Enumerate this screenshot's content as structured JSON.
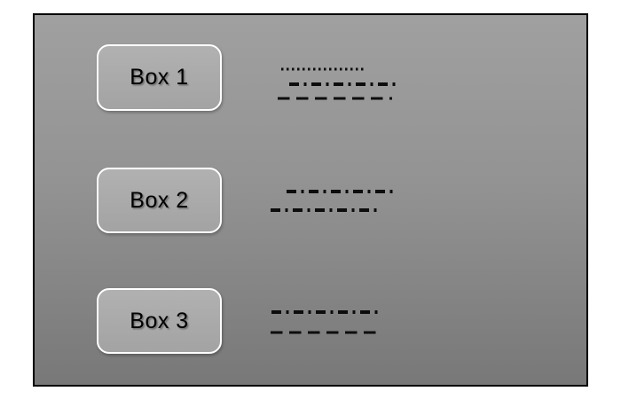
{
  "figure": {
    "page_background": "#ffffff",
    "canvas": {
      "border_color": "#000000",
      "gradient_top": "#a0a0a0",
      "gradient_bottom": "#787878"
    },
    "box_style": {
      "fill_top": "#b1b1b1",
      "fill_bottom": "#a3a3a3",
      "border_color": "#ffffff",
      "text_color": "#000000"
    },
    "line_color": "#0d0d0d",
    "boxes": [
      {
        "label": "Box 1",
        "lines": [
          {
            "style": "dotted"
          },
          {
            "style": "dash-dot"
          },
          {
            "style": "dashed"
          }
        ]
      },
      {
        "label": "Box 2",
        "lines": [
          {
            "style": "dash-dot"
          },
          {
            "style": "dash-dot"
          }
        ]
      },
      {
        "label": "Box 3",
        "lines": [
          {
            "style": "dash-dot"
          },
          {
            "style": "dashed"
          }
        ]
      }
    ]
  }
}
